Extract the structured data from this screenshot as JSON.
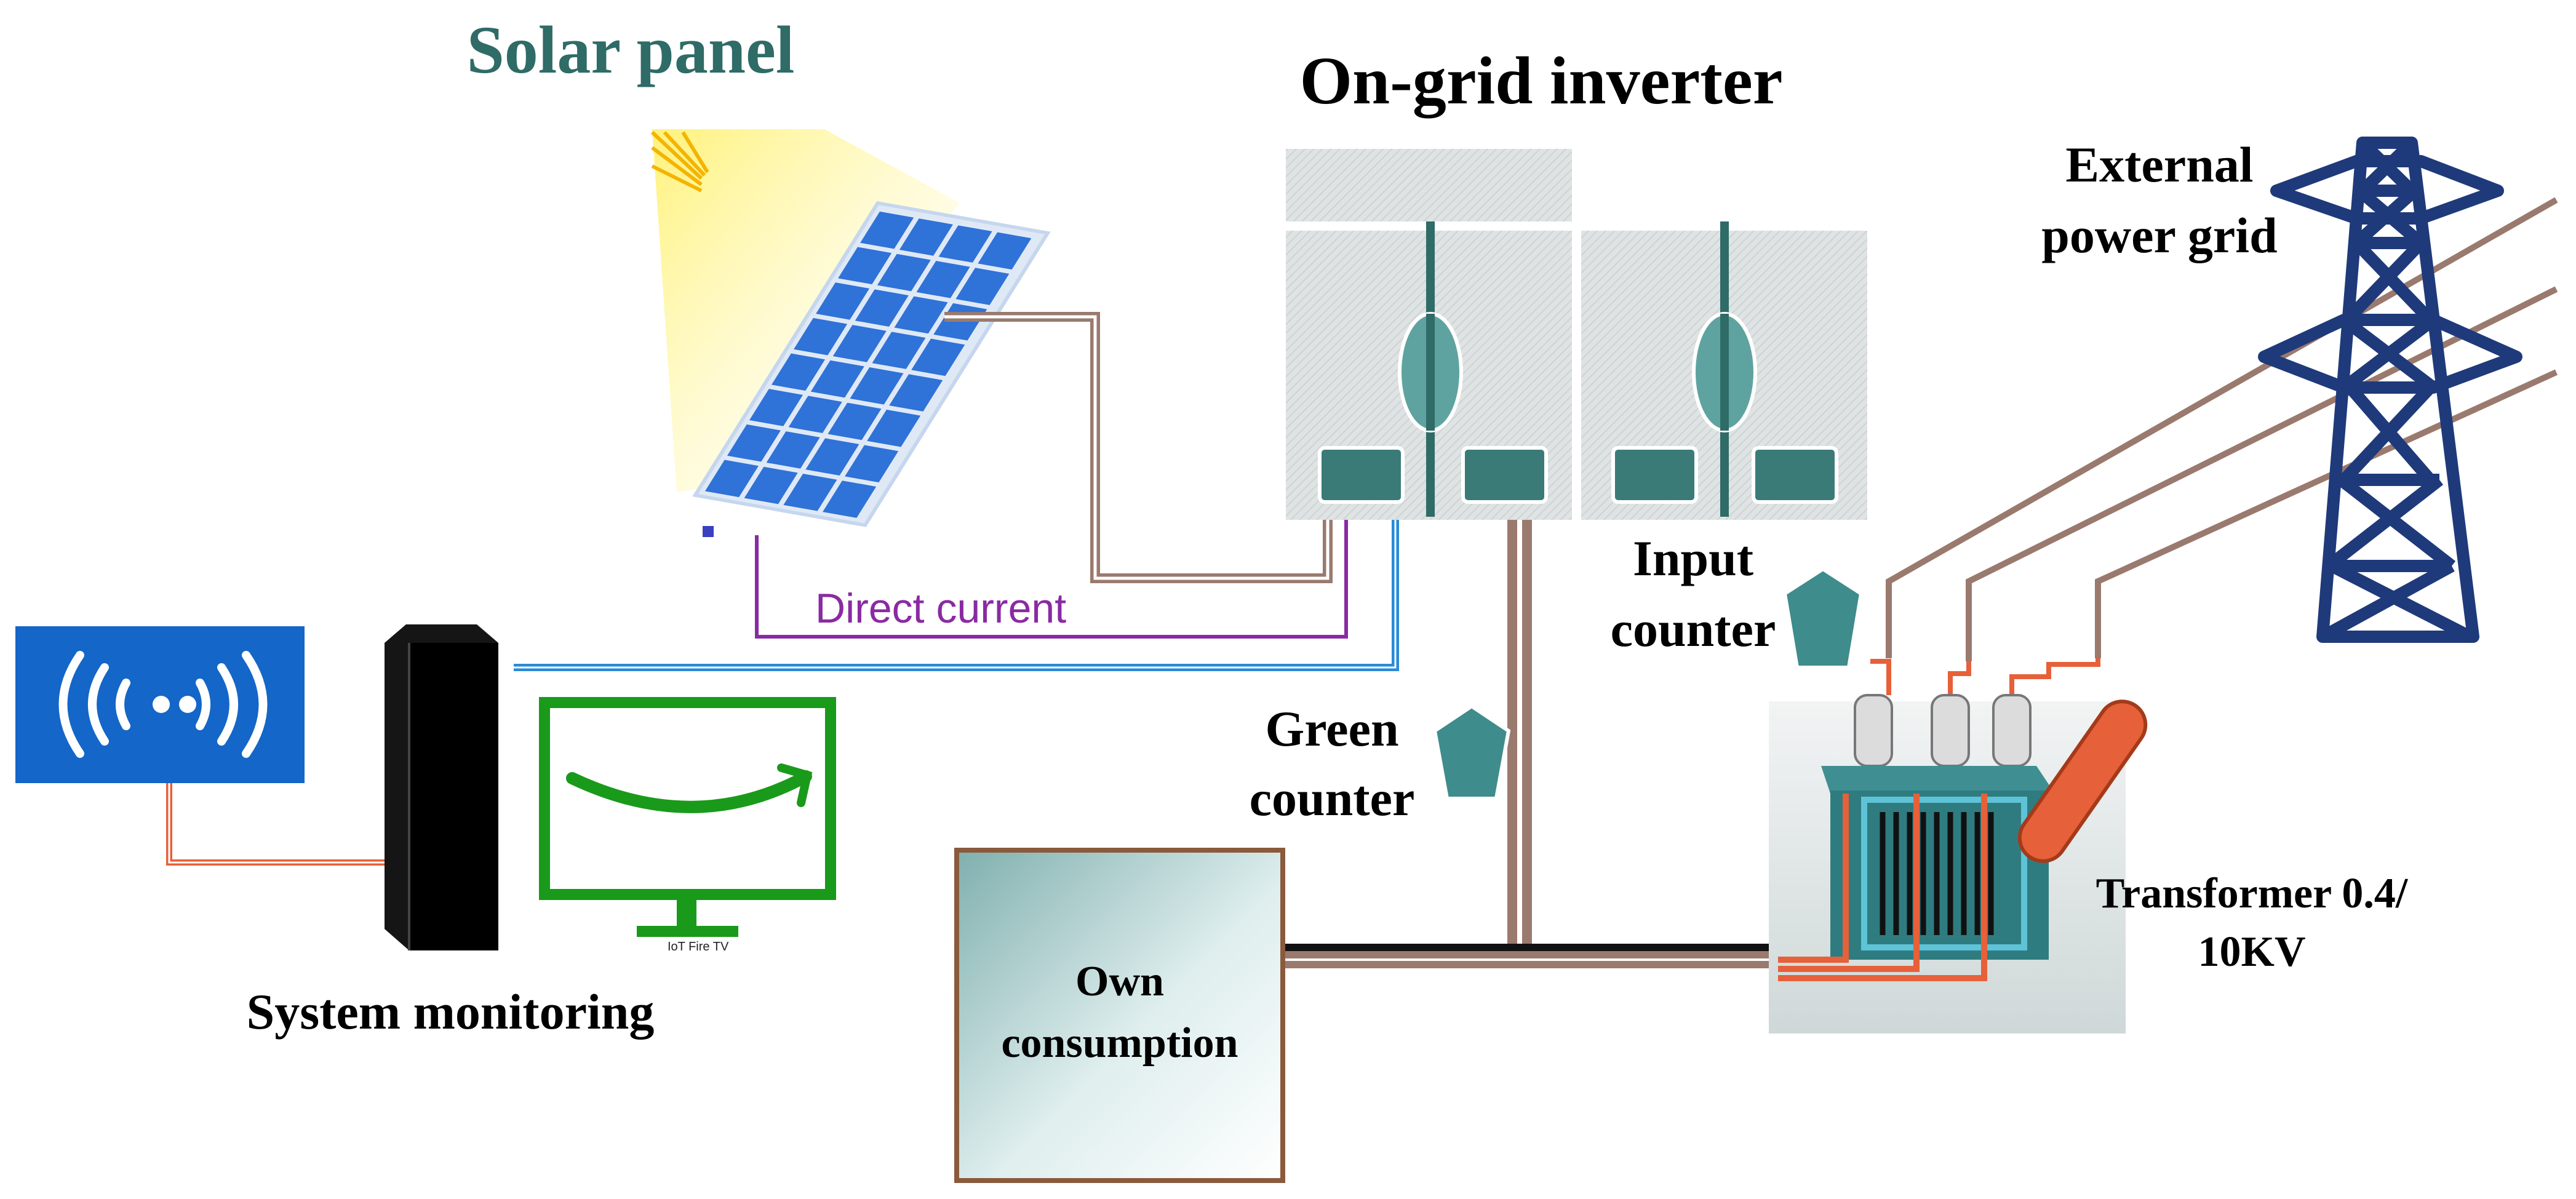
{
  "labels": {
    "solar_panel": "Solar panel",
    "inverter": "On-grid inverter",
    "external_grid_line1": "External",
    "external_grid_line2": "power grid",
    "input_counter_line1": "Input",
    "input_counter_line2": "counter",
    "green_counter_line1": "Green",
    "green_counter_line2": "counter",
    "direct_current": "Direct current",
    "transformer_line1": "Transformer 0.4/",
    "transformer_line2": "10KV",
    "own_consumption_line1": "Own",
    "own_consumption_line2": "consumption",
    "system_monitoring": "System monitoring",
    "monitor_caption": "IoT Fire TV"
  },
  "colors": {
    "solar_title": "#2f6b67",
    "direct_current": "#8a2aa3",
    "counter": "#3f8c8c",
    "tower": "#1f3a7a",
    "wifi_bg": "#1466c8",
    "monitor": "#1a9a1a",
    "cable_brown": "#9a7a6e",
    "cable_blue": "#2a8ad6",
    "cable_orange": "#e6603a",
    "panel_blue": "#2f72d8"
  }
}
